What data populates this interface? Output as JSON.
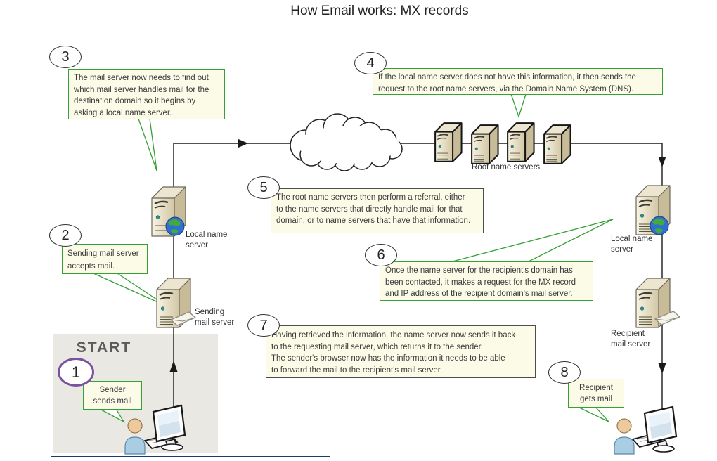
{
  "title": "How Email works: MX records",
  "start": {
    "label": "START"
  },
  "callouts": {
    "c1": {
      "num": "1",
      "text": "Sender\nsends mail"
    },
    "c2": {
      "num": "2",
      "text": "Sending mail server\naccepts mail."
    },
    "c3": {
      "num": "3",
      "text": "The mail server now needs to find out\nwhich mail server handles mail for the\ndestination domain so it begins by\nasking a local name server."
    },
    "c4": {
      "num": "4",
      "text": "If the local name server does not have this information, it then sends the\nrequest to the root name servers, via the Domain Name System (DNS)."
    },
    "c5": {
      "num": "5",
      "text": "The root name servers then perform a referral, either\nto the name servers that directly handle mail for that\ndomain, or to name servers that have that information."
    },
    "c6": {
      "num": "6",
      "text": "Once the name server for the recipient's domain has\nbeen contacted, it makes a request for the MX record\nand IP address of the recipient domain's mail server."
    },
    "c7": {
      "num": "7",
      "text": "Having retrieved the information, the name server now sends it back\nto the requesting mail server, which returns it to the sender.\nThe sender's browser now has the information it needs to be able\nto forward the mail to the recipient's mail server."
    },
    "c8": {
      "num": "8",
      "text": "Recipient\ngets mail"
    }
  },
  "labels": {
    "local_name_left": "Local name\nserver",
    "sending_mail": "Sending\nmail server",
    "root_name": "Root name servers",
    "local_name_right": "Local name\nserver",
    "recipient_mail": "Recipient\nmail server"
  },
  "icons": [
    "server-icon",
    "globe-icon",
    "envelope-icon",
    "cloud-shape",
    "person-icon",
    "monitor-icon",
    "keyboard-icon"
  ],
  "colors": {
    "callout_border_green": "#35a135",
    "callout_border_dark": "#4d4d4d",
    "callout_fill": "#fbfbe8",
    "number1_circle_purple": "#7a52a0",
    "start_background": "#eae8e3",
    "bottom_line_navy": "#1c3a6e",
    "server_body": "#e9e0c6",
    "globe_blue": "#2f6fd0",
    "globe_green": "#46a93c"
  }
}
